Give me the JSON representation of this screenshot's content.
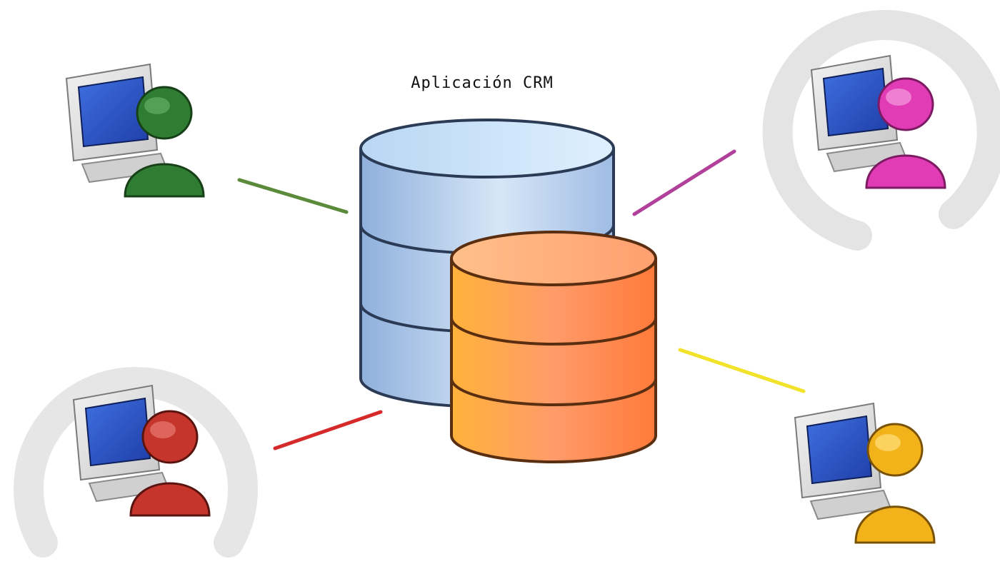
{
  "diagram": {
    "title": "Aplicación CRM",
    "center": {
      "label": "",
      "icon": "database-icon",
      "colors": {
        "back": "#a9c3e6",
        "front": "#ff8a3d"
      }
    },
    "users": [
      {
        "id": "top-left",
        "icon": "user-computer-icon",
        "color": "#2f7d32",
        "link_color": "#5a8a3a"
      },
      {
        "id": "top-right",
        "icon": "user-computer-icon",
        "color": "#e23bb6",
        "link_color": "#b0409a"
      },
      {
        "id": "bottom-left",
        "icon": "user-computer-icon",
        "color": "#c6352c",
        "link_color": "#d62a2a"
      },
      {
        "id": "bottom-right",
        "icon": "user-computer-icon",
        "color": "#f2b21a",
        "link_color": "#f2e32a"
      }
    ]
  }
}
